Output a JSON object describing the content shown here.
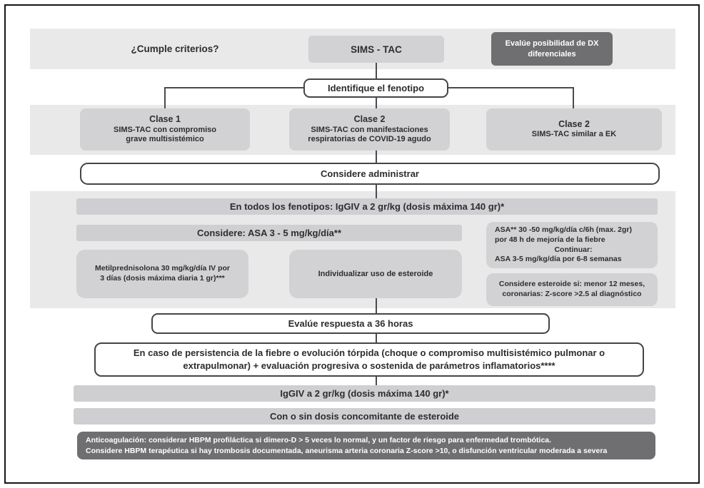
{
  "colors": {
    "band_bg": "#e9e9ea",
    "box_gray": "#d2d2d4",
    "bar_gray": "#cfcfd1",
    "dark_gray": "#6f6f72",
    "line": "#4b4b4d",
    "text": "#2d2d2f"
  },
  "header": {
    "question": "¿Cumple criterios?",
    "start_box": "SIMS - TAC",
    "dx_box": "Evalúe posibilidad de DX diferenciales"
  },
  "phenotype": {
    "identify": "Identifique el fenotipo",
    "classes": [
      {
        "title": "Clase 1",
        "line1": "SIMS-TAC con compromiso",
        "line2": "grave multisistémico"
      },
      {
        "title": "Clase 2",
        "line1": "SIMS-TAC con manifestaciones",
        "line2": "respiratorias de COVID-19 agudo"
      },
      {
        "title": "Clase 2",
        "line1": "SIMS-TAC similar a EK",
        "line2": ""
      }
    ]
  },
  "treatment": {
    "consider": "Considere administrar",
    "all_phenotypes": "En todos los fenotipos: IgGIV a 2 gr/kg (dosis máxima 140 gr)*",
    "asa_bar": "Considere: ASA 3 - 5 mg/kg/día**",
    "metil": {
      "line1": "Metilprednisolona 30 mg/kg/día IV por",
      "line2": "3 días (dosis máxima diaria 1 gr)***"
    },
    "individualize": "Individualizar uso de esteroide",
    "asa_detail": {
      "line1": "ASA** 30 -50 mg/kg/día c/6h (max. 2gr)",
      "line2": "por 48 h de mejoría de la fiebre",
      "line3": "Continuar:",
      "line4": "ASA 3-5 mg/kg/día por 6-8 semanas"
    },
    "steroid_if": {
      "line1": "Considere esteroide si: menor 12 meses,",
      "line2": "coronarias: Z-score >2.5 al diagnóstico"
    }
  },
  "followup": {
    "evaluate": "Evalúe respuesta a 36 horas",
    "persistence": "En caso de persistencia de la fiebre o evolución tórpida (choque o compromiso multisistémico pulmonar o extrapulmonar) + evaluación progresiva o sostenida de parámetros inflamatorios****",
    "iggiv_repeat": "IgGIV a 2 gr/kg (dosis máxima 140 gr)*",
    "steroid_concomitant": "Con o sin dosis concomitante de esteroide"
  },
  "anticoagulation": {
    "line1": "Anticoagulación: considerar HBPM profiláctica si dímero-D > 5 veces lo normal, y un factor de riesgo para enfermedad trombótica.",
    "line2": "Considere HBPM terapéutica si hay trombosis documentada, aneurisma arteria coronaria Z-score >10, o disfunción ventricular moderada a severa"
  }
}
